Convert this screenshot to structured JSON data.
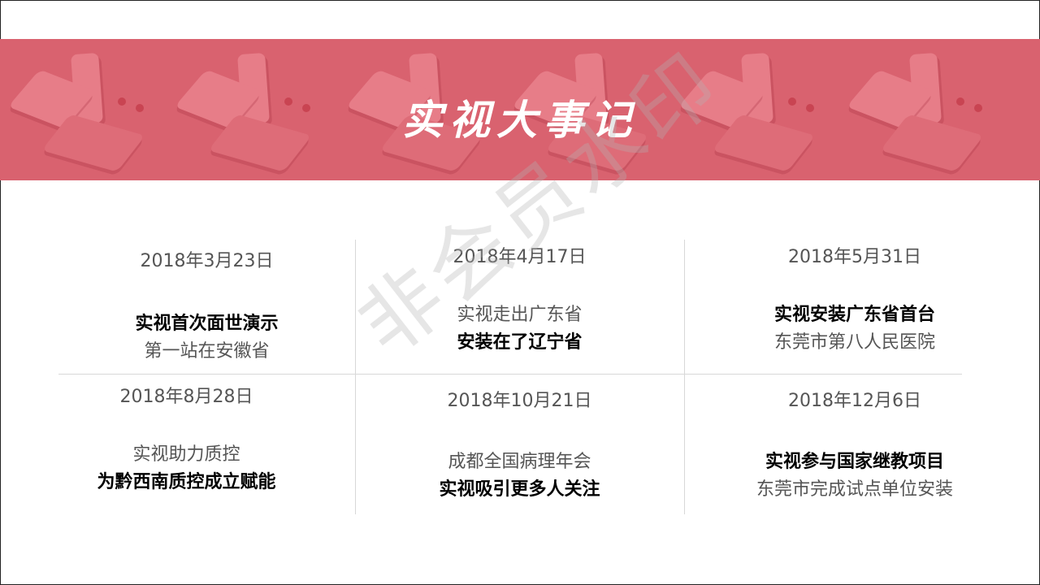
{
  "slide": {
    "title": "实视大事记",
    "banner_color": "#d9626f",
    "watermark": "非会员水印"
  },
  "events": [
    {
      "date": "2018年3月23日",
      "line1": "实视首次面世演示",
      "line1_bold": true,
      "line2": "第一站在安徽省",
      "line2_bold": false
    },
    {
      "date": "2018年4月17日",
      "line1": "实视走出广东省",
      "line1_bold": false,
      "line2": "安装在了辽宁省",
      "line2_bold": true
    },
    {
      "date": "2018年5月31日",
      "line1": "实视安装广东省首台",
      "line1_bold": true,
      "line2": "东莞市第八人民医院",
      "line2_bold": false
    },
    {
      "date": "2018年8月28日",
      "line1": "实视助力质控",
      "line1_bold": false,
      "line2": "为黔西南质控成立赋能",
      "line2_bold": true
    },
    {
      "date": "2018年10月21日",
      "line1": "成都全国病理年会",
      "line1_bold": false,
      "line2": "实视吸引更多人关注",
      "line2_bold": true
    },
    {
      "date": "2018年12月6日",
      "line1": "实视参与国家继教项目",
      "line1_bold": true,
      "line2": "东莞市完成试点单位安装",
      "line2_bold": false
    }
  ]
}
